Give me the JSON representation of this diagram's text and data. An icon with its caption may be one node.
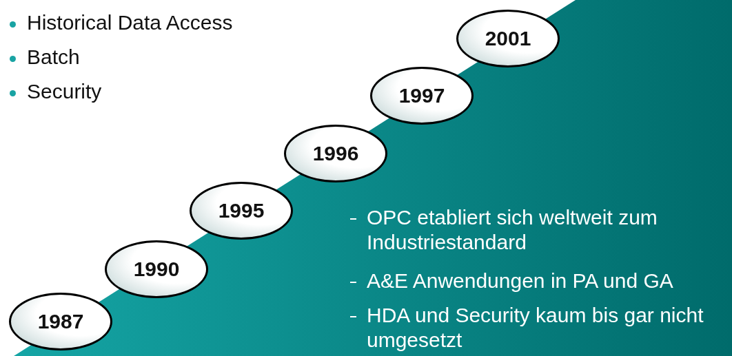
{
  "diagram": {
    "nodes": [
      {
        "text": [
          "2001"
        ]
      },
      {
        "text": [
          "1997"
        ]
      },
      {
        "text": [
          "1996"
        ]
      },
      {
        "text": [
          "1995"
        ]
      },
      {
        "text": [
          "1990"
        ]
      },
      {
        "text": [
          "1987"
        ]
      }
    ],
    "labels": [
      "Historical Data Access",
      "Batch",
      "Security",
      "OPC etabliert sich weltweit zum Industriestandard",
      "A&E Anwendungen in PA und GA",
      "HDA und Security kaum bis gar nicht umgesetzt"
    ]
  }
}
